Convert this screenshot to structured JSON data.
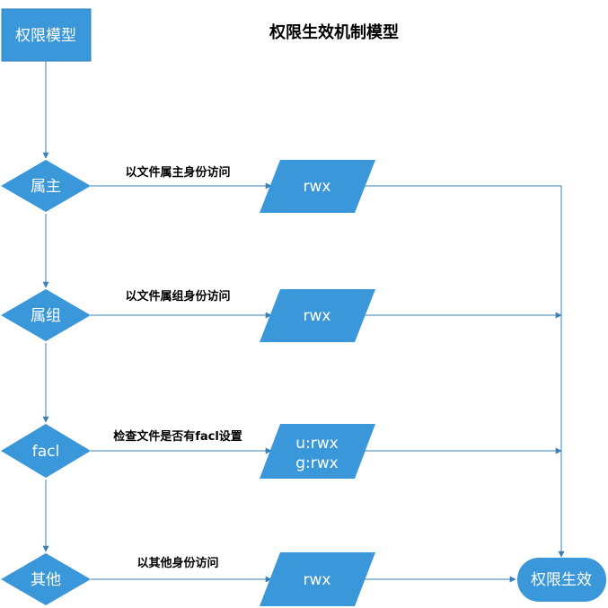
{
  "title": "权限生效机制模型",
  "start": {
    "label": "权限模型"
  },
  "decisions": {
    "owner": "属主",
    "group": "属组",
    "facl": "facl",
    "other": "其他"
  },
  "edge_labels": {
    "owner": "以文件属主身份访问",
    "group": "以文件属组身份访问",
    "facl": "检查文件是否有facl设置",
    "other": "以其他身份访问"
  },
  "outputs": {
    "owner": "rwx",
    "group": "rwx",
    "facl_line1": "u:rwx",
    "facl_line2": "g:rwx",
    "other": "rwx"
  },
  "end": {
    "label": "权限生效"
  },
  "colors": {
    "fill": "#3a97d9",
    "line": "#3a7fb8",
    "border": "#2f80c0"
  }
}
